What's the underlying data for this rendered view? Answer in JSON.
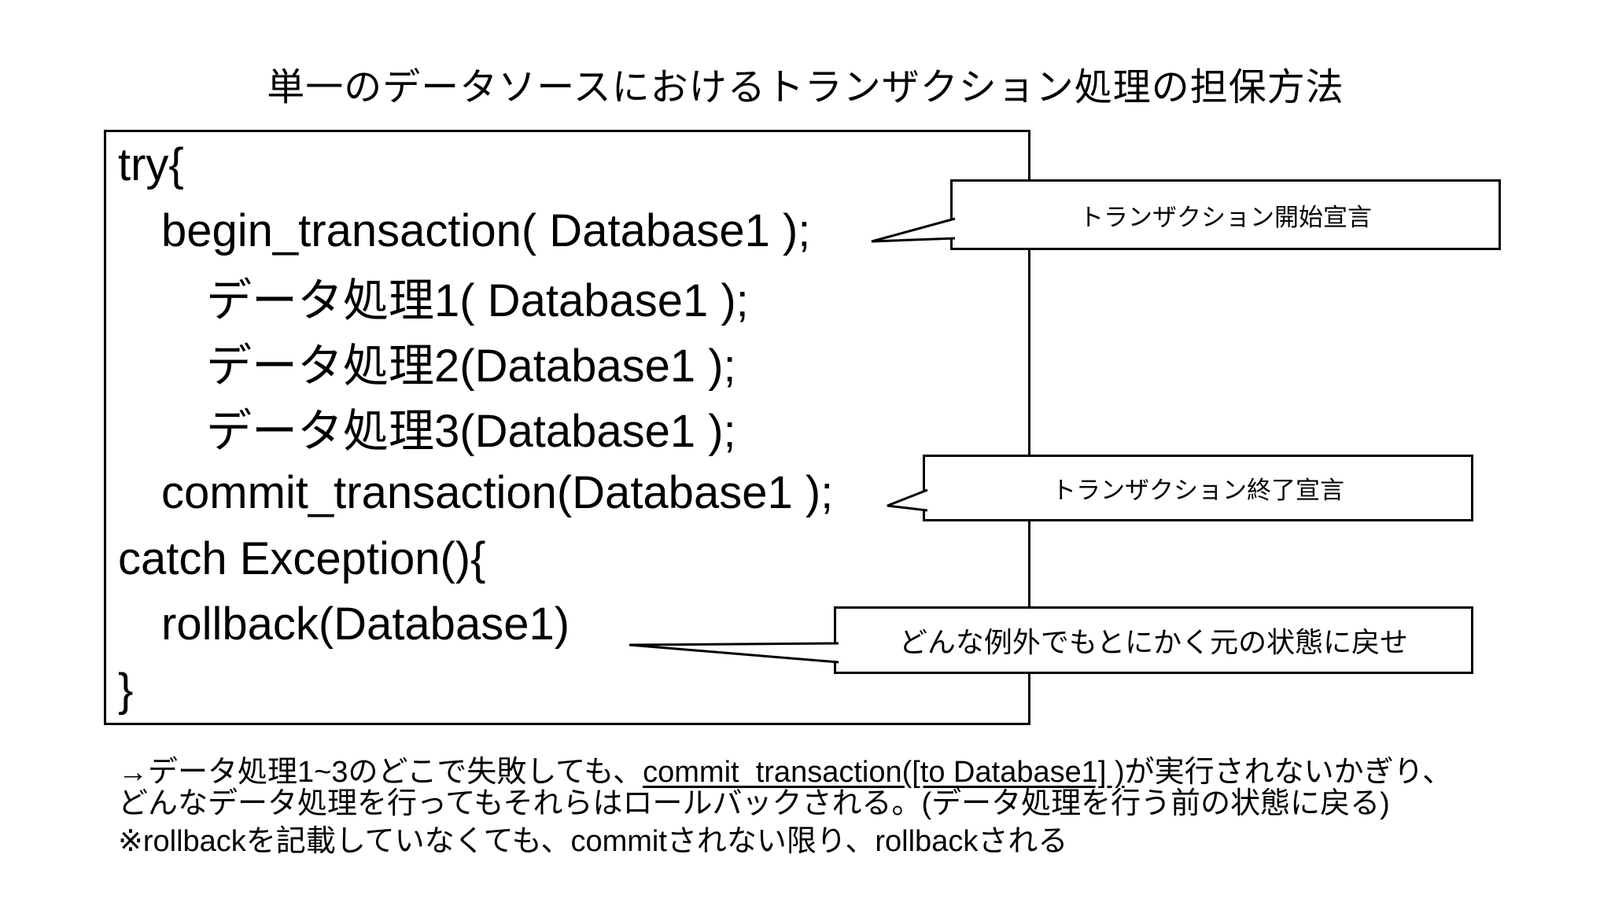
{
  "title": "単一のデータソースにおけるトランザクション処理の担保方法",
  "code_box": {
    "lines": [
      {
        "text": "try{",
        "indent": 0
      },
      {
        "text": "begin_transaction( Database1 );",
        "indent": 1
      },
      {
        "text": "データ処理1( Database1 );",
        "indent": 2
      },
      {
        "text": "データ処理2(Database1 );",
        "indent": 2
      },
      {
        "text": "データ処理3(Database1 );",
        "indent": 2
      },
      {
        "text": "commit_transaction(Database1 );",
        "indent": 1
      },
      {
        "text": "catch Exception(){",
        "indent": 0
      },
      {
        "text": "rollback(Database1)",
        "indent": 1
      },
      {
        "text": "}",
        "indent": 0
      }
    ]
  },
  "callouts": [
    {
      "label": "トランザクション開始宣言",
      "points_to": "begin_transaction( Database1 );"
    },
    {
      "label": "トランザクション終了宣言",
      "points_to": "commit_transaction(Database1 );"
    },
    {
      "label": "どんな例外でもとにかく元の状態に戻せ",
      "points_to": "rollback(Database1)"
    }
  ],
  "footnote": {
    "line1_prefix": "→データ処理1~3のどこで失敗しても、",
    "line1_underline": "commit_transaction([to Database1] )",
    "line1_suffix": "が実行されないかぎり、",
    "line2": "どんなデータ処理を行ってもそれらはロールバックされる。(データ処理を行う前の状態に戻る)",
    "line3": "※rollbackを記載していなくても、commitされない限り、rollbackされる"
  },
  "colors": {
    "ink": "#000000",
    "background": "#ffffff"
  }
}
